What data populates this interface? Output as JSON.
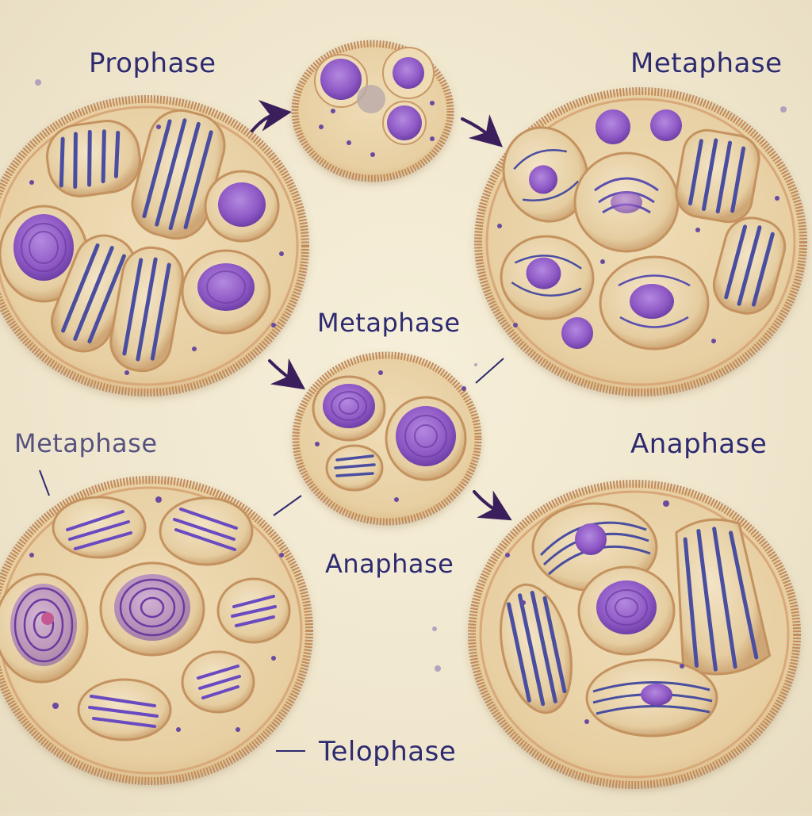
{
  "colors": {
    "background": "#f1e8cf",
    "label_text": "#2e2a6e",
    "arrow": "#3a1f5c",
    "membrane": "#c99060",
    "cytoplasm": "#e9d3a6",
    "chromatin": "#8f5cc4",
    "chromosome_stripe": "#4a4ea0"
  },
  "labels": {
    "prophase": "Prophase",
    "metaphase_top": "Metaphase",
    "metaphase_center": "Metaphase",
    "metaphase_left": "Metaphase",
    "anaphase_right": "Anaphase",
    "anaphase_center": "Anaphase",
    "telophase": "Telophase"
  },
  "icons": {
    "arrow": "curved-arrow-icon",
    "leader_line": "leader-line"
  }
}
